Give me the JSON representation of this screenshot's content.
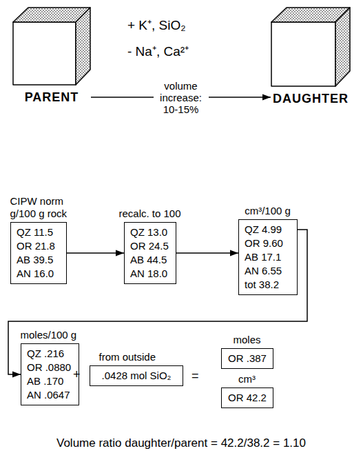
{
  "diagram": {
    "nodes": [
      {
        "text": [
          "PARENT"
        ]
      },
      {
        "text": [
          "DAUGHTER"
        ]
      },
      {
        "text": [
          "CIPW norm g/100 g rock",
          "QZ 11.5",
          "OR 21.8",
          "AB 39.5",
          "AN 16.0"
        ]
      },
      {
        "text": [
          "recalc. to 100",
          "QZ 13.0",
          "OR 24.5",
          "AB 44.5",
          "AN 18.0"
        ]
      },
      {
        "text": [
          "cm³/100 g",
          "QZ 4.99",
          "OR 9.60",
          "AB 17.1",
          "AN 6.55",
          "tot 38.2"
        ]
      },
      {
        "text": [
          "moles/100 g",
          "QZ .216",
          "OR .0880",
          "AB .170",
          "AN .0647"
        ]
      },
      {
        "text": [
          "from outside",
          ".0428 mol SiO₂"
        ]
      },
      {
        "text": [
          "moles",
          "OR .387"
        ]
      },
      {
        "text": [
          "cm³",
          "OR 42.2"
        ]
      }
    ],
    "edges": [
      {
        "from": 0,
        "to": 1,
        "arrow": "to",
        "label": "volume increase: 10-15%"
      },
      {
        "from": 2,
        "to": 3,
        "arrow": "to"
      },
      {
        "from": 3,
        "to": 4,
        "arrow": "to"
      },
      {
        "from": 4,
        "to": 5,
        "arrow": "to"
      }
    ],
    "labels": [
      "+ K⁺, SiO₂",
      "- Na⁺, Ca²⁺",
      "+",
      "=",
      "Volume ratio daughter/parent = 42.2/38.2 = 1.10"
    ]
  }
}
